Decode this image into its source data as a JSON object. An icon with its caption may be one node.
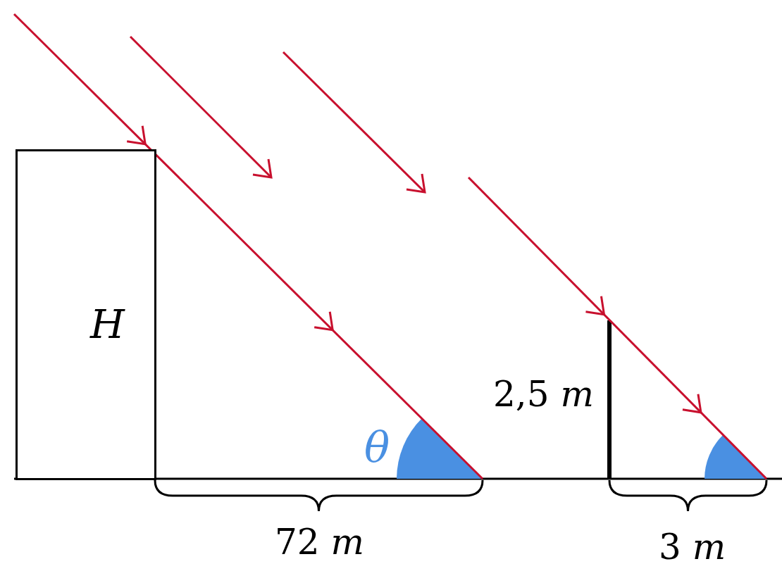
{
  "diagram": {
    "nodes": [
      {
        "text": [
          "H"
        ]
      }
    ],
    "labels": [
      "2,5 *m*",
      "θ",
      "72 *m*",
      "3 *m*"
    ]
  }
}
